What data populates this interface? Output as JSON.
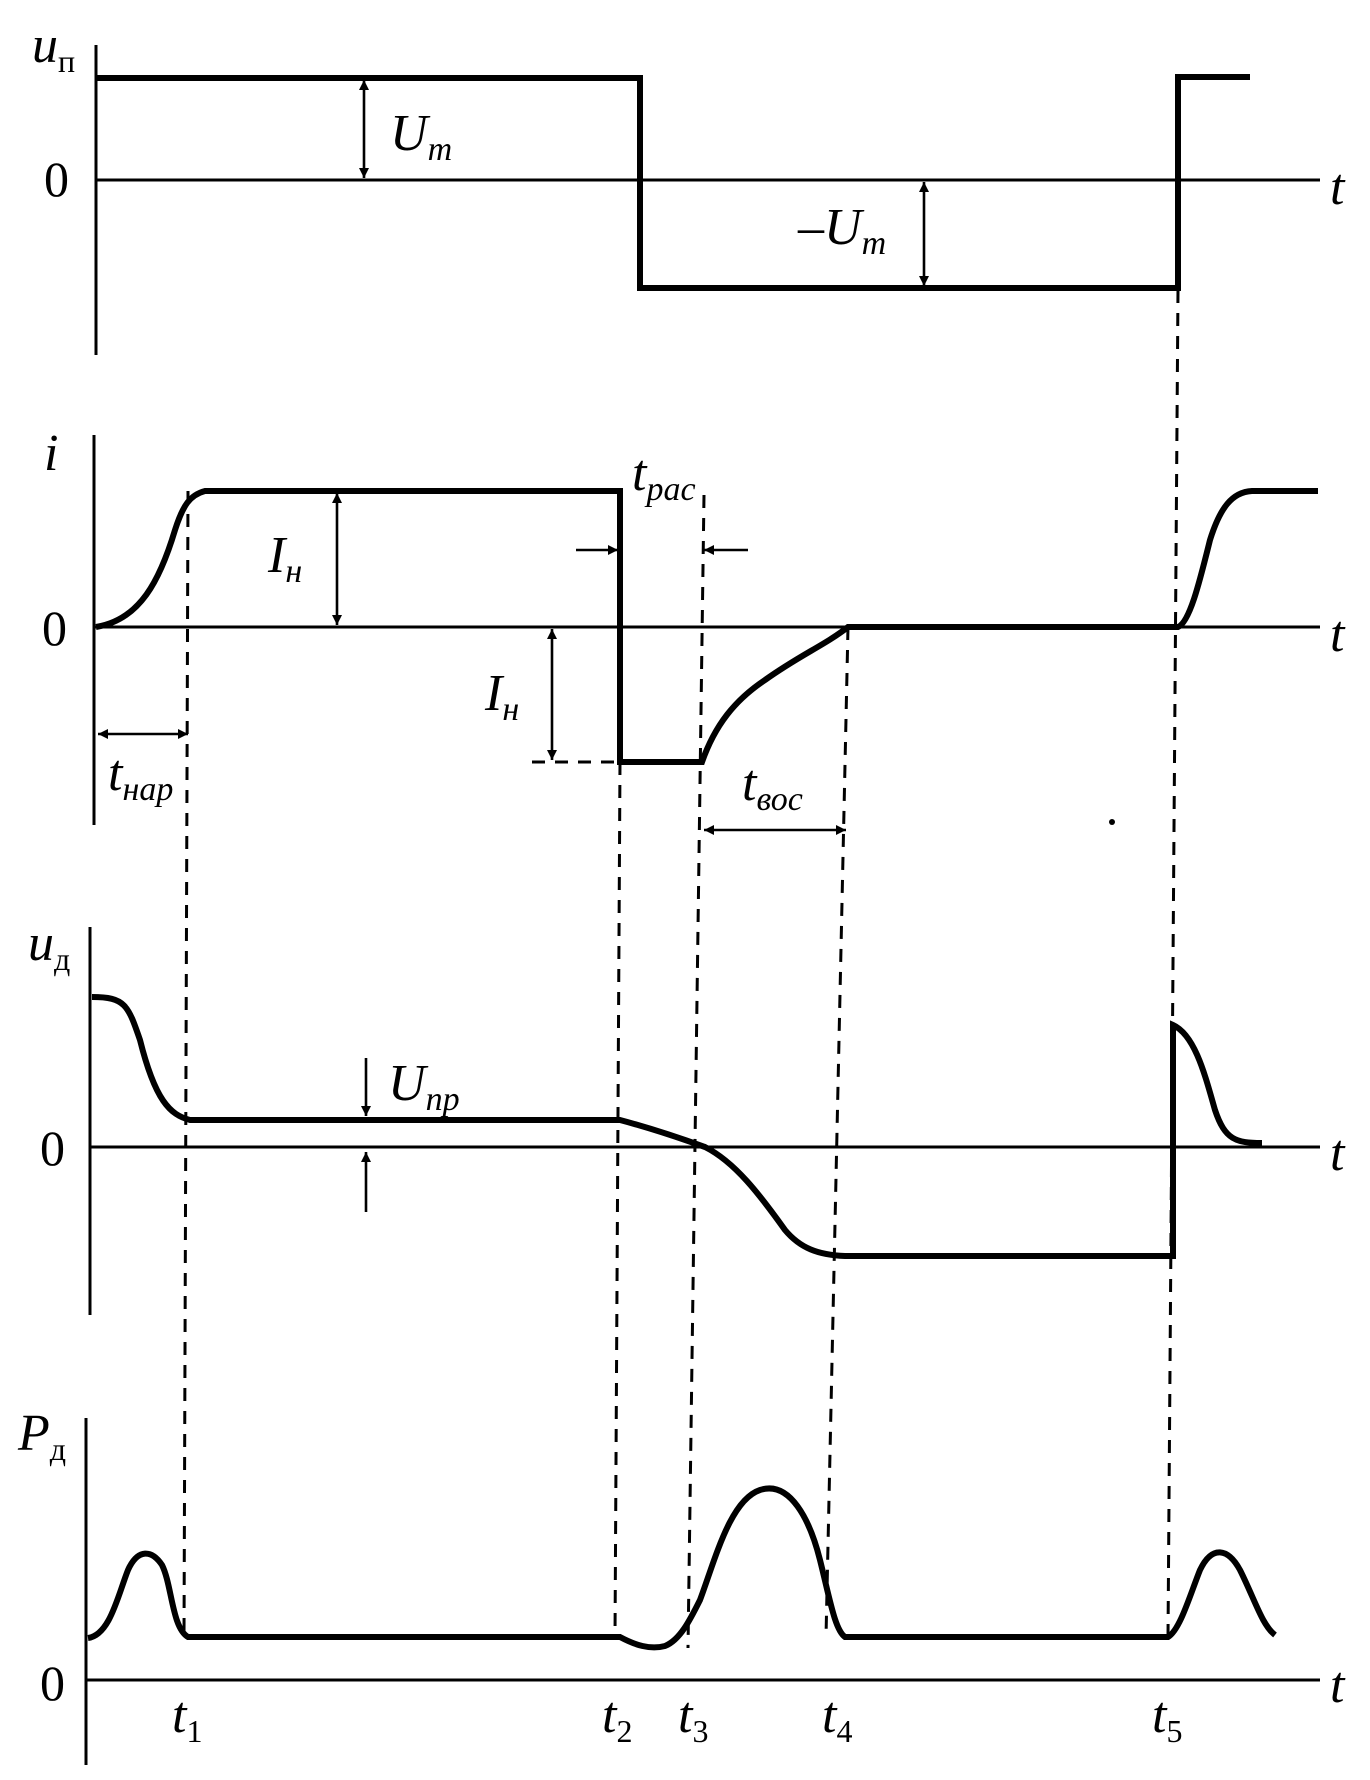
{
  "panels": [
    {
      "id": "source-voltage",
      "axis_label": "u",
      "axis_label_sub": "п",
      "zero_label": "0",
      "time_label": "t",
      "annotations": [
        {
          "id": "um",
          "main": "U",
          "sub": "m"
        },
        {
          "id": "minus-um",
          "main": "–U",
          "sub": "m"
        }
      ]
    },
    {
      "id": "current",
      "axis_label": "i",
      "axis_label_sub": "",
      "zero_label": "0",
      "time_label": "t",
      "annotations": [
        {
          "id": "in-positive",
          "main": "I",
          "sub": "н"
        },
        {
          "id": "in-negative",
          "main": "I",
          "sub": "н"
        },
        {
          "id": "t-rise",
          "main": "t",
          "sub": "нар"
        },
        {
          "id": "t-storage",
          "main": "t",
          "sub": "рас"
        },
        {
          "id": "t-recovery",
          "main": "t",
          "sub": "вос"
        }
      ]
    },
    {
      "id": "diode-voltage",
      "axis_label": "u",
      "axis_label_sub": "д",
      "zero_label": "0",
      "time_label": "t",
      "annotations": [
        {
          "id": "u-forward",
          "main": "U",
          "sub": "пр"
        }
      ]
    },
    {
      "id": "diode-power",
      "axis_label": "P",
      "axis_label_sub": "д",
      "zero_label": "0",
      "time_label": "t",
      "annotations": []
    }
  ],
  "time_marks": [
    {
      "main": "t",
      "sub": "1"
    },
    {
      "main": "t",
      "sub": "2"
    },
    {
      "main": "t",
      "sub": "3"
    },
    {
      "main": "t",
      "sub": "4"
    },
    {
      "main": "t",
      "sub": "5"
    }
  ]
}
